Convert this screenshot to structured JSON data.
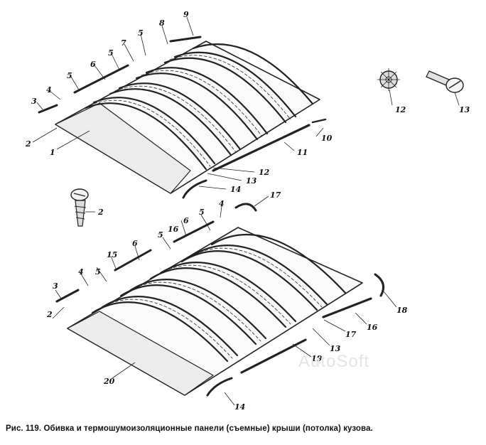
{
  "figure": {
    "caption": "Рис. 119. Обивка и термошумоизоляционные панели (съемные) крыши (потолка) кузова.",
    "watermark": "AutoSoft"
  },
  "top_assembly": {
    "labels": [
      "9",
      "8",
      "5",
      "7",
      "5",
      "6",
      "5",
      "4",
      "3",
      "2",
      "1",
      "10",
      "11",
      "12",
      "13",
      "14"
    ]
  },
  "fasteners": {
    "labels": [
      "12",
      "13",
      "2"
    ]
  },
  "bottom_assembly": {
    "labels": [
      "17",
      "4",
      "5",
      "6",
      "16",
      "5",
      "6",
      "15",
      "5",
      "4",
      "3",
      "2",
      "18",
      "16",
      "17",
      "13",
      "19",
      "20",
      "14"
    ]
  }
}
